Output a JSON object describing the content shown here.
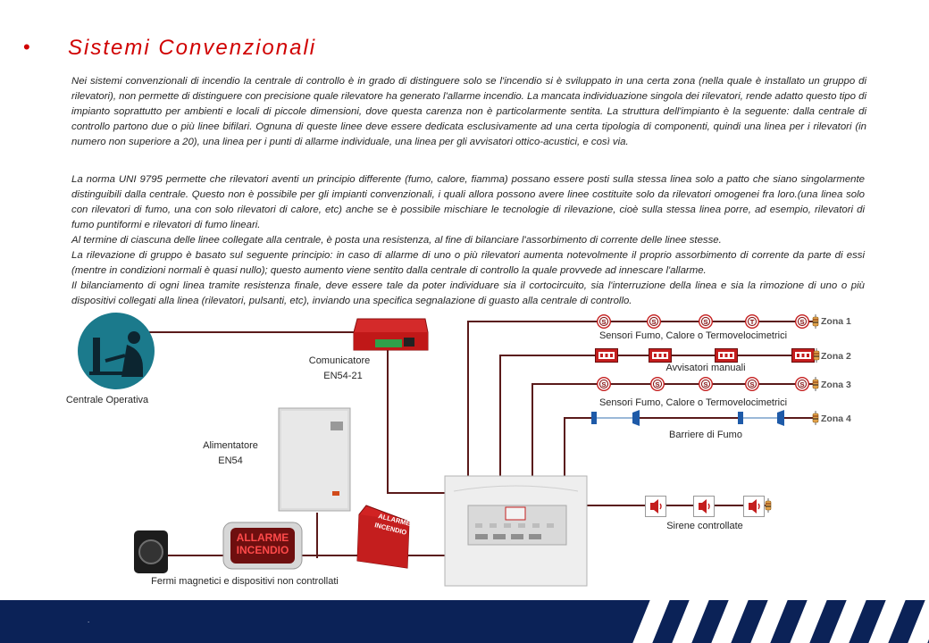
{
  "slide": {
    "bullet": "•",
    "title": "Sistemi Convenzionali",
    "paragraph1": "Nei sistemi convenzionali di incendio la centrale di controllo è in grado di distinguere solo se l'incendio si è sviluppato in una certa zona (nella quale è installato un gruppo di rilevatori), non permette di distinguere con precisione quale rilevatore ha generato l'allarme incendio. La mancata individuazione singola dei rilevatori, rende adatto questo tipo di impianto soprattutto per ambienti e locali di piccole dimensioni, dove questa carenza non è particolarmente sentita. La struttura dell'impianto è la seguente: dalla centrale di controllo partono due o più linee bifilari. Ognuna di queste linee deve essere dedicata esclusivamente ad una certa tipologia di componenti, quindi una linea per i rilevatori (in numero non superiore a 20), una linea per i punti di allarme individuale, una linea per gli avvisatori ottico-acustici, e così via.",
    "paragraph2_lines": [
      "La norma UNI 9795 permette che rilevatori aventi un principio differente (fumo, calore, fiamma) possano essere posti sulla stessa linea solo a patto che siano singolarmente distinguibili dalla centrale. Questo non è possibile per gli impianti convenzionali, i quali allora possono avere linee costituite solo da rilevatori omogenei fra loro.(una linea solo con rilevatori di fumo, una con solo rilevatori di calore, etc) anche se è possibile mischiare le tecnologie di rilevazione, cioè sulla stessa linea porre, ad esempio, rilevatori di fumo puntiformi e rilevatori di fumo lineari.",
      "Al termine di ciascuna delle linee collegate alla centrale, è posta una resistenza, al fine di bilanciare l'assorbimento di corrente delle linee stesse.",
      "La rilevazione di gruppo è basato sul seguente principio: in caso di allarme di uno o più rilevatori aumenta notevolmente il proprio assorbimento di corrente da parte di essi (mentre in condizioni normali è quasi nullo); questo aumento viene sentito dalla centrale di controllo la quale provvede ad innescare l'allarme.",
      "Il bilanciamento di ogni linea tramite resistenza finale, deve essere tale da poter individuare sia il cortocircuito, sia l'interruzione della linea e sia la rimozione di uno o più dispositivi collegati alla linea (rilevatori, pulsanti, etc), inviando una specifica segnalazione di guasto alla centrale di controllo."
    ]
  },
  "diagram": {
    "labels": {
      "centrale_operativa": "Centrale Operativa",
      "comunicatore_line1": "Comunicatore",
      "comunicatore_line2": "EN54-21",
      "alimentatore_line1": "Alimentatore",
      "alimentatore_line2": "EN54",
      "fermi": "Fermi magnetici e dispositivi non controllati",
      "sirene": "Sirene controllate",
      "allarme_line1": "ALLARME",
      "allarme_line2": "INCENDIO"
    },
    "zones": [
      {
        "label": "Zona 1",
        "caption": "Sensori Fumo, Calore o Termovelocimetrici",
        "device": "sensor"
      },
      {
        "label": "Zona 2",
        "caption": "Avvisatori manuali",
        "device": "manual"
      },
      {
        "label": "Zona 3",
        "caption": "Sensori Fumo, Calore o Termovelocimetrici",
        "device": "sensor"
      },
      {
        "label": "Zona 4",
        "caption": "Barriere di Fumo",
        "device": "barrier"
      }
    ],
    "colors": {
      "wire": "#5a1a1a",
      "title_red": "#d00000",
      "device_red": "#c41e1e",
      "footer_navy": "#0b2257",
      "operator_teal": "#1b7a8c"
    }
  },
  "footer": {
    "dot": "."
  }
}
